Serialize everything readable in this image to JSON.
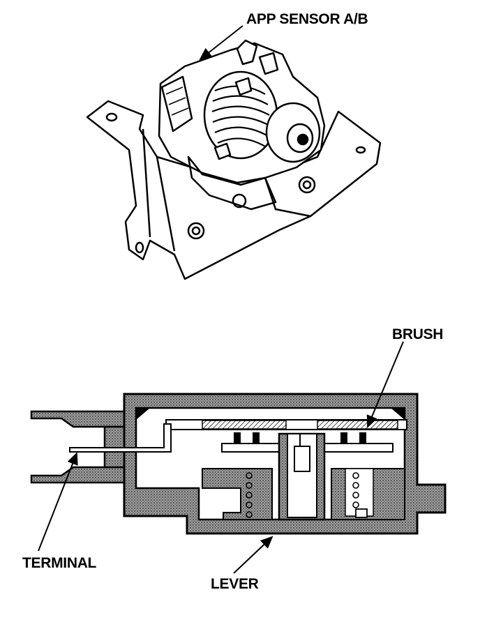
{
  "callouts": {
    "app_sensor": "APP SENSOR A/B",
    "brush": "BRUSH",
    "terminal": "TERMINAL",
    "lever": "LEVER"
  },
  "colors": {
    "ink": "#000000",
    "paper": "#ffffff",
    "housing_fill": "#8a8a8a"
  }
}
